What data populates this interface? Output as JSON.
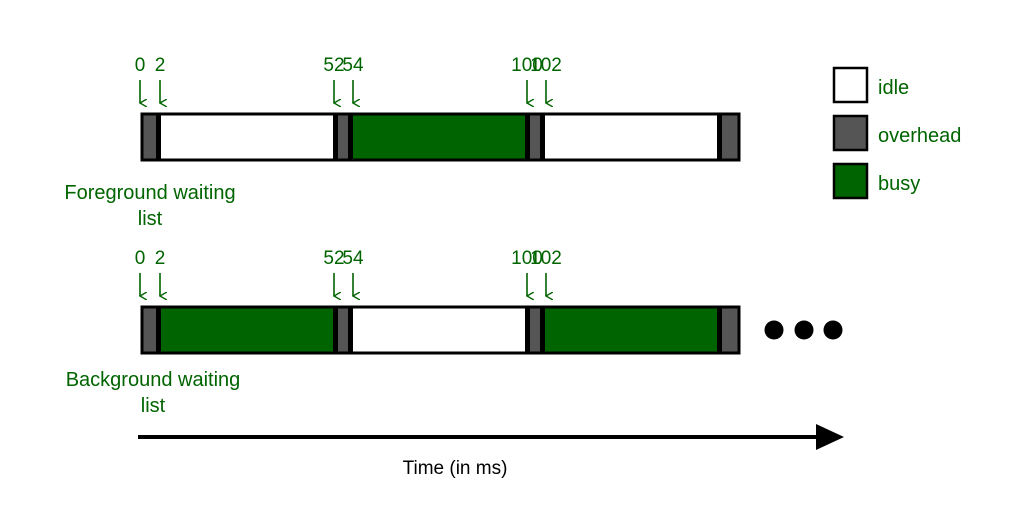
{
  "colors": {
    "idle": "#ffffff",
    "overhead": "#555555",
    "busy": "#006400",
    "label_text": "#006400",
    "arrow": "#006400",
    "outline": "#000000"
  },
  "time_marks": [
    "0",
    "2",
    "52",
    "54",
    "100",
    "102"
  ],
  "lanes": [
    {
      "label_line1": "Foreground waiting",
      "label_line2": "list",
      "segments": [
        "overhead",
        "idle",
        "overhead",
        "busy",
        "overhead",
        "idle",
        "overhead"
      ]
    },
    {
      "label_line1": "Background waiting",
      "label_line2": "list",
      "segments": [
        "overhead",
        "busy",
        "overhead",
        "idle",
        "overhead",
        "busy",
        "overhead"
      ]
    }
  ],
  "legend": [
    {
      "key": "idle",
      "label": "idle"
    },
    {
      "key": "overhead",
      "label": "overhead"
    },
    {
      "key": "busy",
      "label": "busy"
    }
  ],
  "continuation": "more-dots",
  "time_axis_label": "Time (in ms)"
}
